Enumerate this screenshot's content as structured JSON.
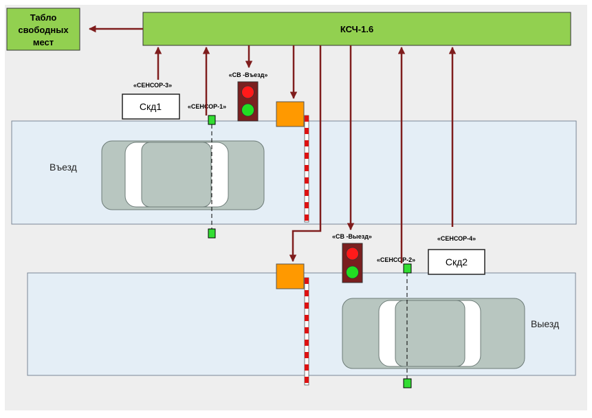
{
  "controller": {
    "label": "КСЧ-1.6"
  },
  "display_board": {
    "line1": "Табло",
    "line2": "свободных",
    "line3": "мест"
  },
  "lanes": {
    "entry_label": "Въезд",
    "exit_label": "Выезд"
  },
  "access_readers": {
    "entry": "Скд1",
    "exit": "Скд2"
  },
  "sensor_labels": {
    "sensor1": "«СЕНСОР-1»",
    "sensor2": "«СЕНСОР-2»",
    "sensor3": "«СЕНСОР-3»",
    "sensor4": "«СЕНСОР-4»"
  },
  "traffic_lights": {
    "entry": "«СВ -Въезд»",
    "exit": "«СВ -Выезд»"
  },
  "colors": {
    "background": "#eeeeee",
    "controller_fill": "#92d050",
    "arrow": "#7f1d1d",
    "lane_fill": "#e4eef6",
    "car_body": "#b8c6c0",
    "barrier_box": "#ff9900",
    "sensor": "#33dd33",
    "light_housing": "#7a1f1f",
    "light_red": "#ff1a1a",
    "light_green": "#22dd22"
  }
}
